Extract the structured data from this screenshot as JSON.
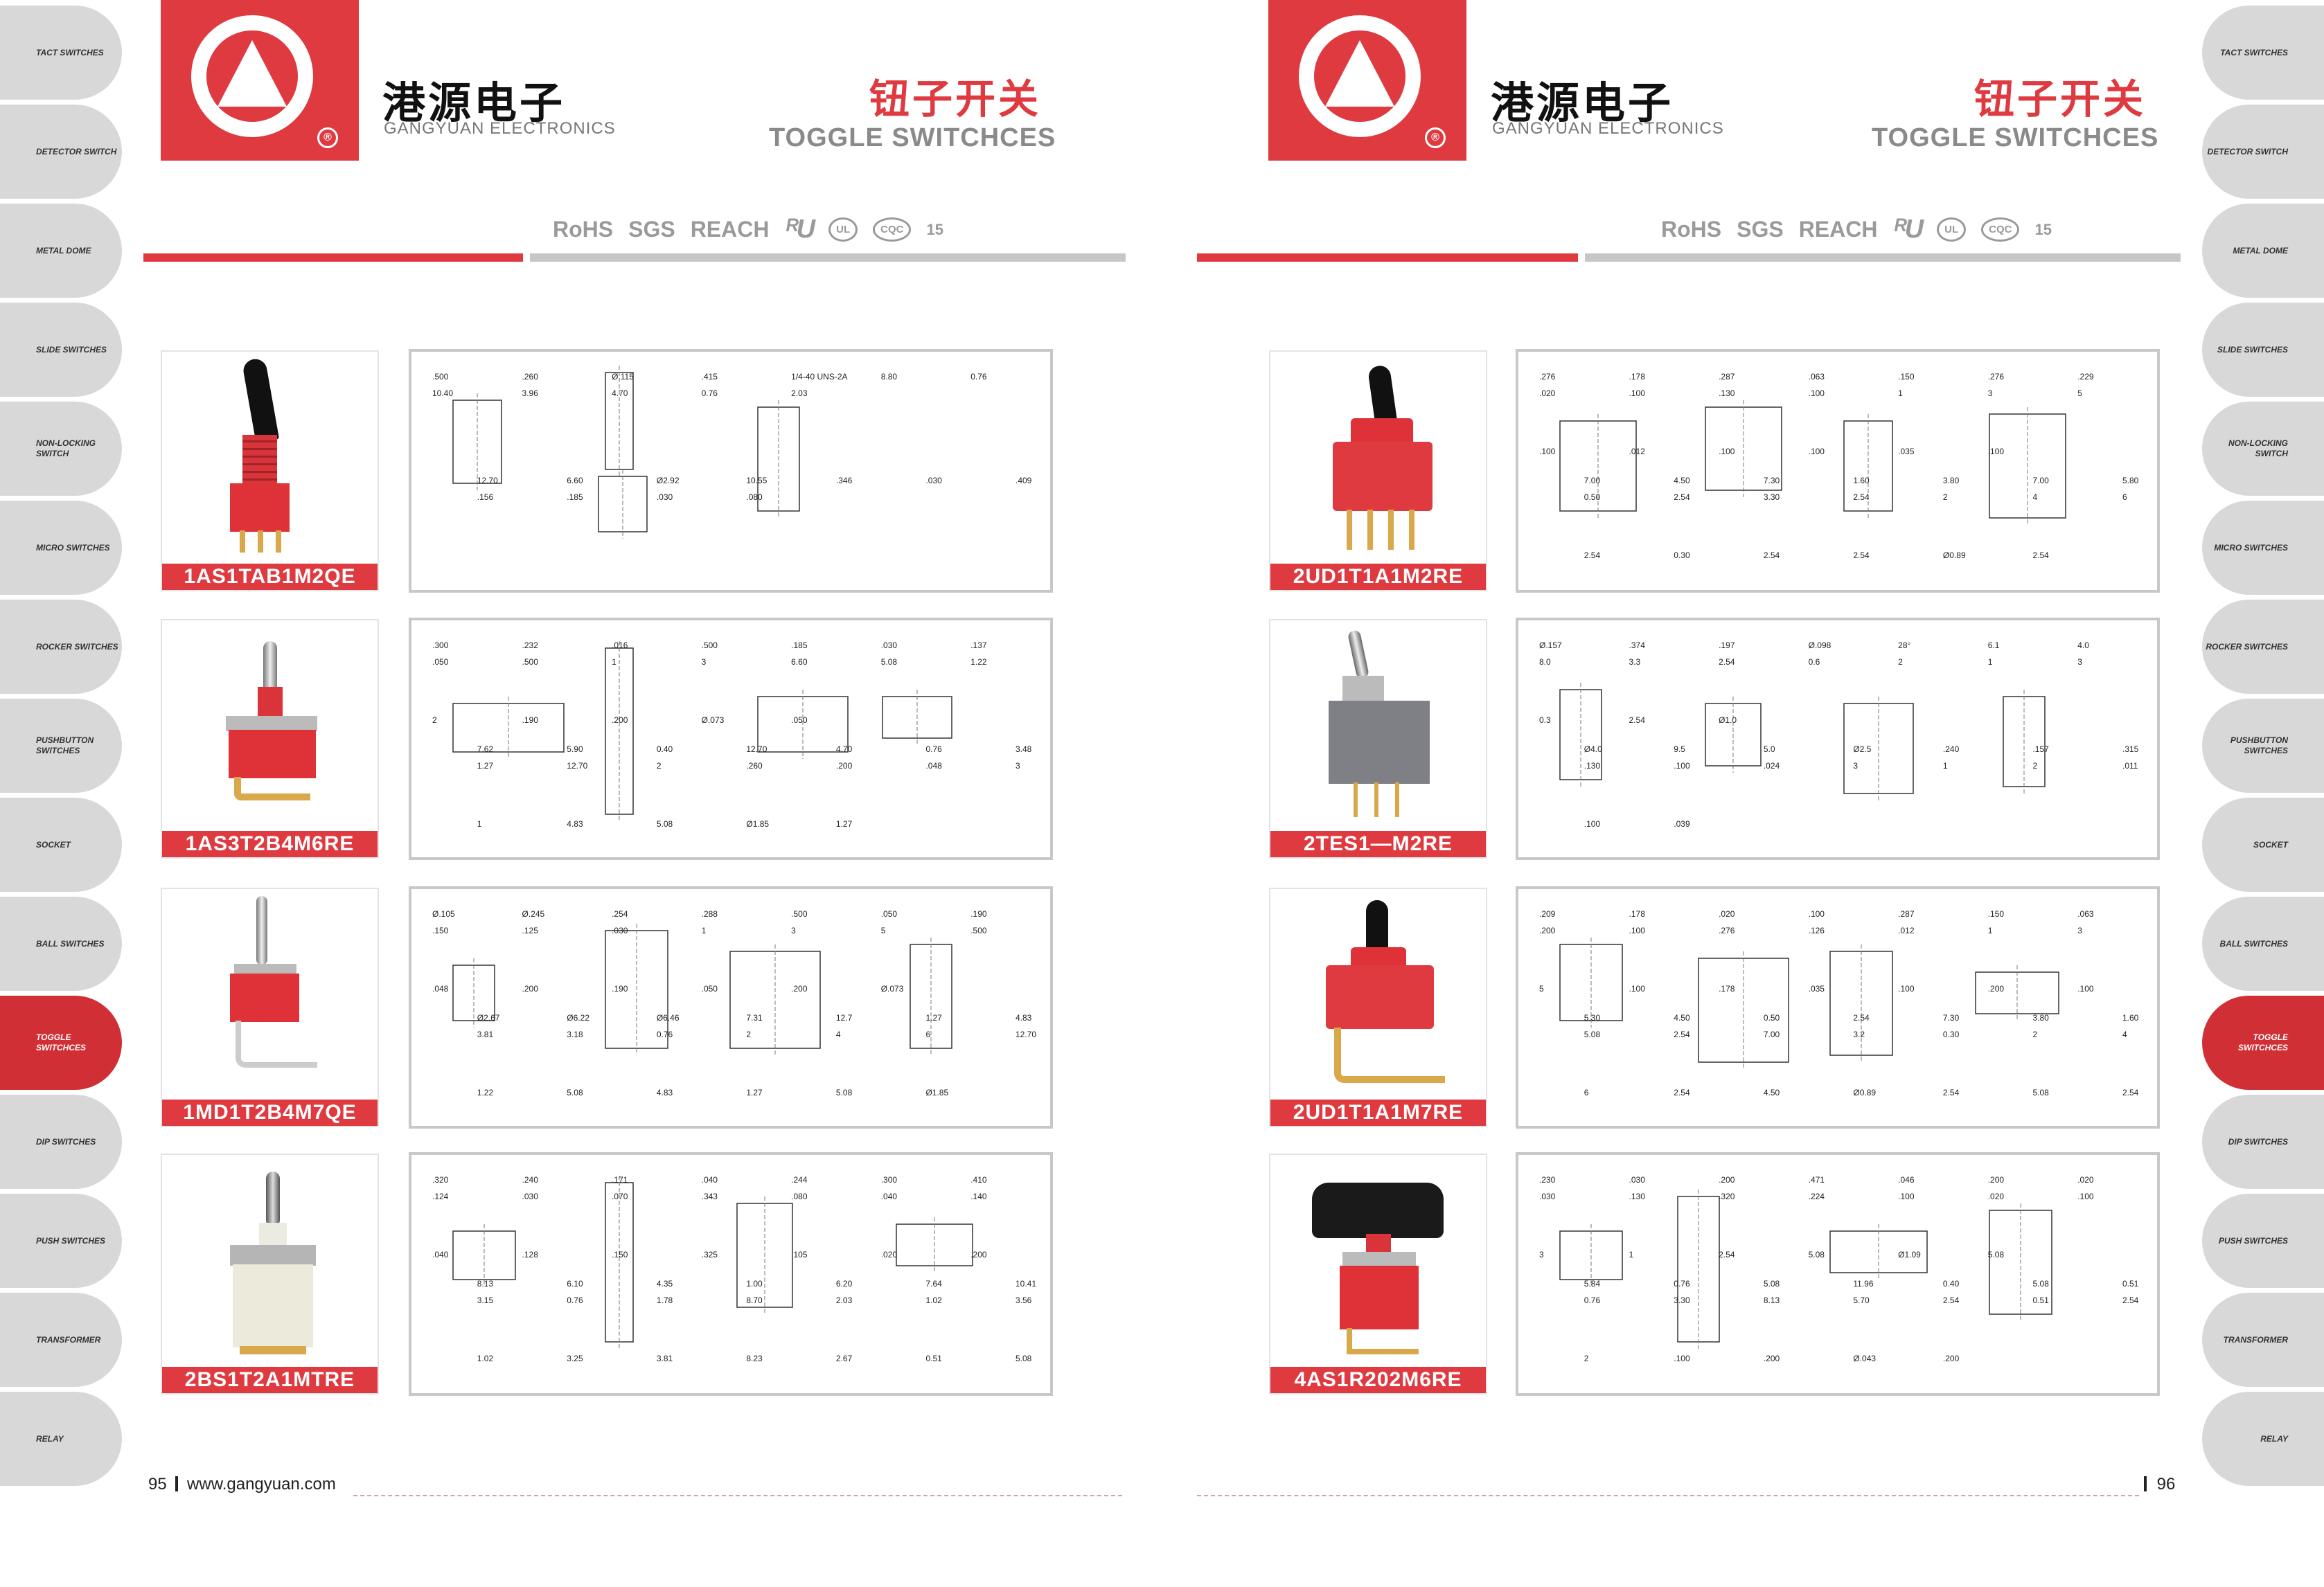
{
  "brand": {
    "name_cn": "港源电子",
    "name_en": "GANGYUAN ELECTRONICS",
    "registered_mark": "®"
  },
  "category": {
    "name_cn": "钮子开关",
    "name_en": "TOGGLE SWITCHCES"
  },
  "certifications": [
    "RoHS",
    "SGS",
    "REACH",
    "ᴿU",
    "UL",
    "CQC",
    "15"
  ],
  "side_tabs": [
    "TACT SWITCHES",
    "DETECTOR SWITCH",
    "METAL DOME",
    "SLIDE SWITCHES",
    "NON-LOCKING SWITCH",
    "MICRO SWITCHES",
    "ROCKER SWITCHES",
    "PUSHBUTTON SWITCHES",
    "SOCKET",
    "BALL SWITCHES",
    "TOGGLE SWITCHCES",
    "DIP SWITCHES",
    "PUSH SWITCHES",
    "TRANSFORMER",
    "RELAY"
  ],
  "active_tab": "TOGGLE SWITCHCES",
  "left_products": [
    {
      "model": "1AS1TAB1M2QE"
    },
    {
      "model": "1AS3T2B4M6RE"
    },
    {
      "model": "1MD1T2B4M7QE"
    },
    {
      "model": "2BS1T2A1MTRE"
    }
  ],
  "right_products": [
    {
      "model": "2UD1T1A1M2RE"
    },
    {
      "model": "2TES1—M2RE"
    },
    {
      "model": "2UD1T1A1M7RE"
    },
    {
      "model": "4AS1R202M6RE"
    }
  ],
  "drawings": {
    "l1": [
      ".500",
      "12.70",
      ".260",
      "6.60",
      "Ø.115",
      "Ø2.92",
      ".415",
      "10.55",
      "1/4-40 UNS-2A",
      ".346",
      "8.80",
      ".030",
      "0.76",
      ".409",
      "10.40",
      ".156",
      "3.96",
      ".185",
      "4.70",
      ".030",
      "0.76",
      ".080",
      "2.03"
    ],
    "l2": [
      ".300",
      "7.62",
      ".232",
      "5.90",
      ".016",
      "0.40",
      ".500",
      "12.70",
      ".185",
      "4.70",
      ".030",
      "0.76",
      ".137",
      "3.48",
      ".050",
      "1.27",
      ".500",
      "12.70",
      "1",
      "2",
      "3",
      ".260",
      "6.60",
      ".200",
      "5.08",
      ".048",
      "1.22",
      "3",
      "2",
      "1",
      ".190",
      "4.83",
      ".200",
      "5.08",
      "Ø.073",
      "Ø1.85",
      ".050",
      "1.27"
    ],
    "l3": [
      "Ø.105",
      "Ø2.67",
      "Ø.245",
      "Ø6.22",
      ".254",
      "Ø6.46",
      ".288",
      "7.31",
      ".500",
      "12.7",
      ".050",
      "1.27",
      ".190",
      "4.83",
      ".150",
      "3.81",
      ".125",
      "3.18",
      ".030",
      "0.76",
      "1",
      "2",
      "3",
      "4",
      "5",
      "6",
      ".500",
      "12.70",
      ".048",
      "1.22",
      ".200",
      "5.08",
      ".190",
      "4.83",
      ".050",
      "1.27",
      ".200",
      "5.08",
      "Ø.073",
      "Ø1.85"
    ],
    "l4": [
      ".320",
      "8.13",
      ".240",
      "6.10",
      ".171",
      "4.35",
      ".040",
      "1.00",
      ".244",
      "6.20",
      ".300",
      "7.64",
      ".410",
      "10.41",
      ".124",
      "3.15",
      ".030",
      "0.76",
      ".070",
      "1.78",
      ".343",
      "8.70",
      ".080",
      "2.03",
      ".040",
      "1.02",
      ".140",
      "3.56",
      ".040",
      "1.02",
      ".128",
      "3.25",
      ".150",
      "3.81",
      ".325",
      "8.23",
      ".105",
      "2.67",
      ".020",
      "0.51",
      ".200",
      "5.08"
    ],
    "r1": [
      ".276",
      "7.00",
      ".178",
      "4.50",
      ".287",
      "7.30",
      ".063",
      "1.60",
      ".150",
      "3.80",
      ".276",
      "7.00",
      ".229",
      "5.80",
      ".020",
      "0.50",
      ".100",
      "2.54",
      ".130",
      "3.30",
      ".100",
      "2.54",
      "1",
      "2",
      "3",
      "4",
      "5",
      "6",
      ".100",
      "2.54",
      ".012",
      "0.30",
      ".100",
      "2.54",
      ".100",
      "2.54",
      ".035",
      "Ø0.89",
      ".100",
      "2.54"
    ],
    "r2": [
      "Ø.157",
      "Ø4.0",
      ".374",
      "9.5",
      ".197",
      "5.0",
      "Ø.098",
      "Ø2.5",
      "28°",
      ".240",
      "6.1",
      ".157",
      "4.0",
      ".315",
      "8.0",
      ".130",
      "3.3",
      ".100",
      "2.54",
      ".024",
      "0.6",
      "3",
      "2",
      "1",
      "1",
      "2",
      "3",
      ".011",
      "0.3",
      ".100",
      "2.54",
      ".039",
      "Ø1.0"
    ],
    "r3": [
      ".209",
      "5.30",
      ".178",
      "4.50",
      ".020",
      "0.50",
      ".100",
      "2.54",
      ".287",
      "7.30",
      ".150",
      "3.80",
      ".063",
      "1.60",
      ".200",
      "5.08",
      ".100",
      "2.54",
      ".276",
      "7.00",
      ".126",
      "3.2",
      ".012",
      "0.30",
      "1",
      "2",
      "3",
      "4",
      "5",
      "6",
      ".100",
      "2.54",
      ".178",
      "4.50",
      ".035",
      "Ø0.89",
      ".100",
      "2.54",
      ".200",
      "5.08",
      ".100",
      "2.54"
    ],
    "r4": [
      ".230",
      "5.84",
      ".030",
      "0.76",
      ".200",
      "5.08",
      ".471",
      "11.96",
      ".046",
      "0.40",
      ".200",
      "5.08",
      ".020",
      "0.51",
      ".030",
      "0.76",
      ".130",
      "3.30",
      ".320",
      "8.13",
      ".224",
      "5.70",
      ".100",
      "2.54",
      ".020",
      "0.51",
      ".100",
      "2.54",
      "3",
      "2",
      "1",
      ".100",
      "2.54",
      ".200",
      "5.08",
      "Ø.043",
      "Ø1.09",
      ".200",
      "5.08"
    ]
  },
  "footer": {
    "left_page": "95",
    "url": "www.gangyuan.com",
    "right_page": "96"
  },
  "colors": {
    "brand_red": "#df3a40",
    "tab_grey": "#d8d8d8",
    "active_tab": "#d02f35",
    "border_grey": "#c8c8c8",
    "cert_grey": "#9a9a9a"
  }
}
